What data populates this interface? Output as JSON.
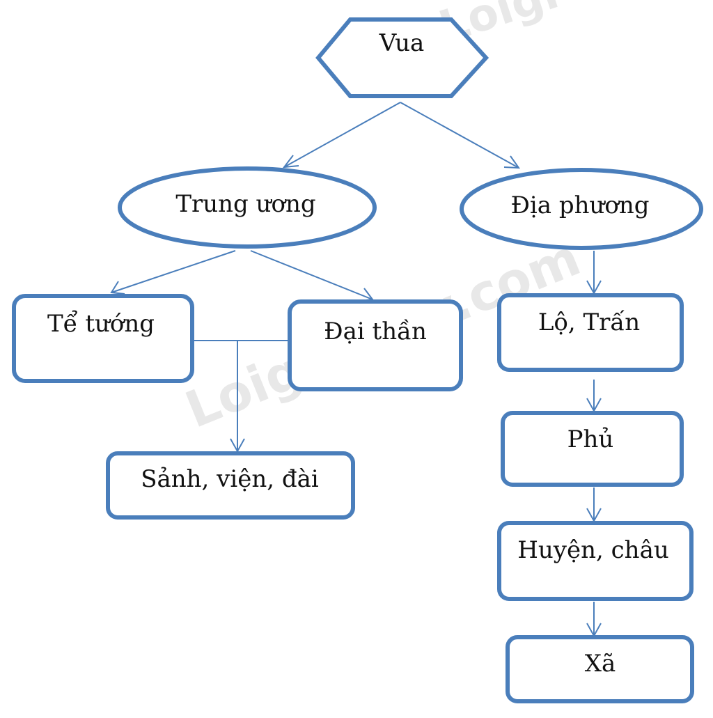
{
  "colors": {
    "stroke": "#4a7ebb",
    "text": "#111111",
    "watermark": "#d6d6d6"
  },
  "nodes": {
    "vua": "Vua",
    "trung_uong": "Trung ương",
    "dia_phuong": "Địa phương",
    "te_tuong": "Tể tướng",
    "dai_than": "Đại thần",
    "sanh_vien_dai": "Sảnh, viện, đài",
    "lo_tran": "Lộ, Trấn",
    "phu": "Phủ",
    "huyen_chau": "Huyện, châu",
    "xa": "Xã"
  },
  "watermark": {
    "center": "Loigiaihay.com",
    "top": "Loigi"
  }
}
